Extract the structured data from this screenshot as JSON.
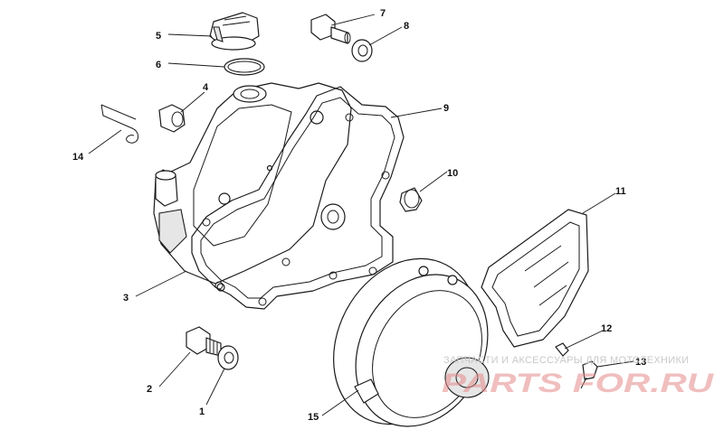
{
  "callouts": {
    "c1": "1",
    "c2": "2",
    "c3": "3",
    "c4": "4",
    "c5": "5",
    "c6": "6",
    "c7": "7",
    "c8": "8",
    "c9": "9",
    "c10": "10",
    "c11": "11",
    "c12": "12",
    "c13": "13",
    "c14": "14",
    "c15": "15"
  },
  "watermark": {
    "tagline": "ЗАПЧАСТИ И АКСЕССУАРЫ ДЛЯ МОТОТЕХНИКИ",
    "logo": "PARTS FOR.RU"
  },
  "colors": {
    "line": "#1a1a1a",
    "watermark_logo": "#e58a8a",
    "watermark_text": "#c9c9c9"
  }
}
